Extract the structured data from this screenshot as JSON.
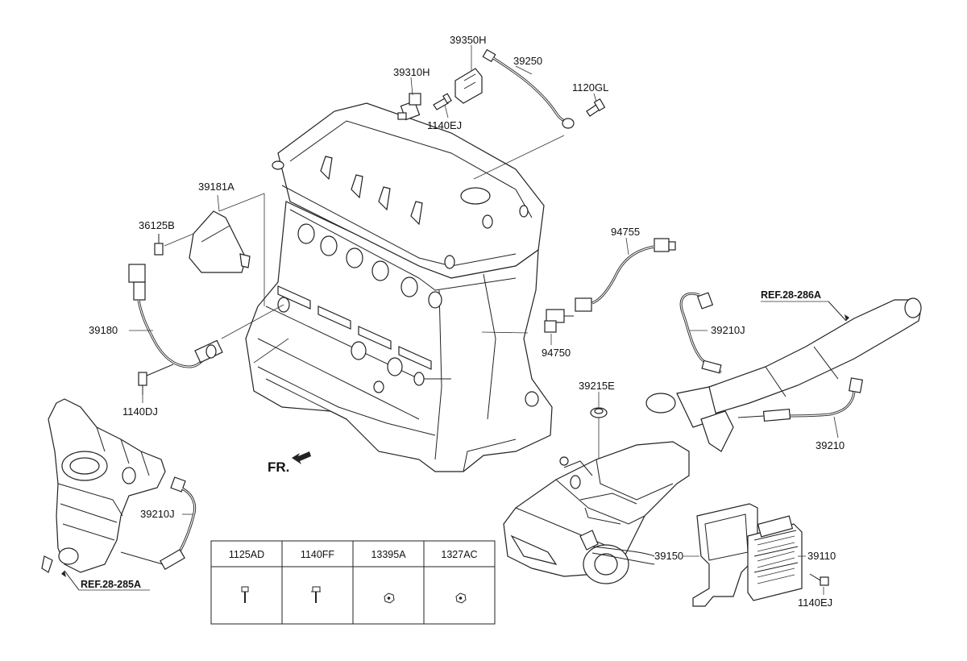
{
  "labels": {
    "l39350H": "39350H",
    "l39250": "39250",
    "l39310H": "39310H",
    "l1120GL": "1120GL",
    "l1140EJ_top": "1140EJ",
    "l39181A": "39181A",
    "l36125B": "36125B",
    "l39180": "39180",
    "l1140DJ": "1140DJ",
    "l94755": "94755",
    "l94750": "94750",
    "l39210J_right": "39210J",
    "l39210": "39210",
    "l39215E": "39215E",
    "l39210J_left": "39210J",
    "l39150": "39150",
    "l39110": "39110",
    "l1140EJ_bottom": "1140EJ"
  },
  "references": {
    "ref_286A": "REF.28-286A",
    "ref_285A": "REF.28-285A"
  },
  "front_label": "FR.",
  "fastener_table": {
    "headers": [
      "1125AD",
      "1140FF",
      "13395A",
      "1327AC"
    ]
  }
}
